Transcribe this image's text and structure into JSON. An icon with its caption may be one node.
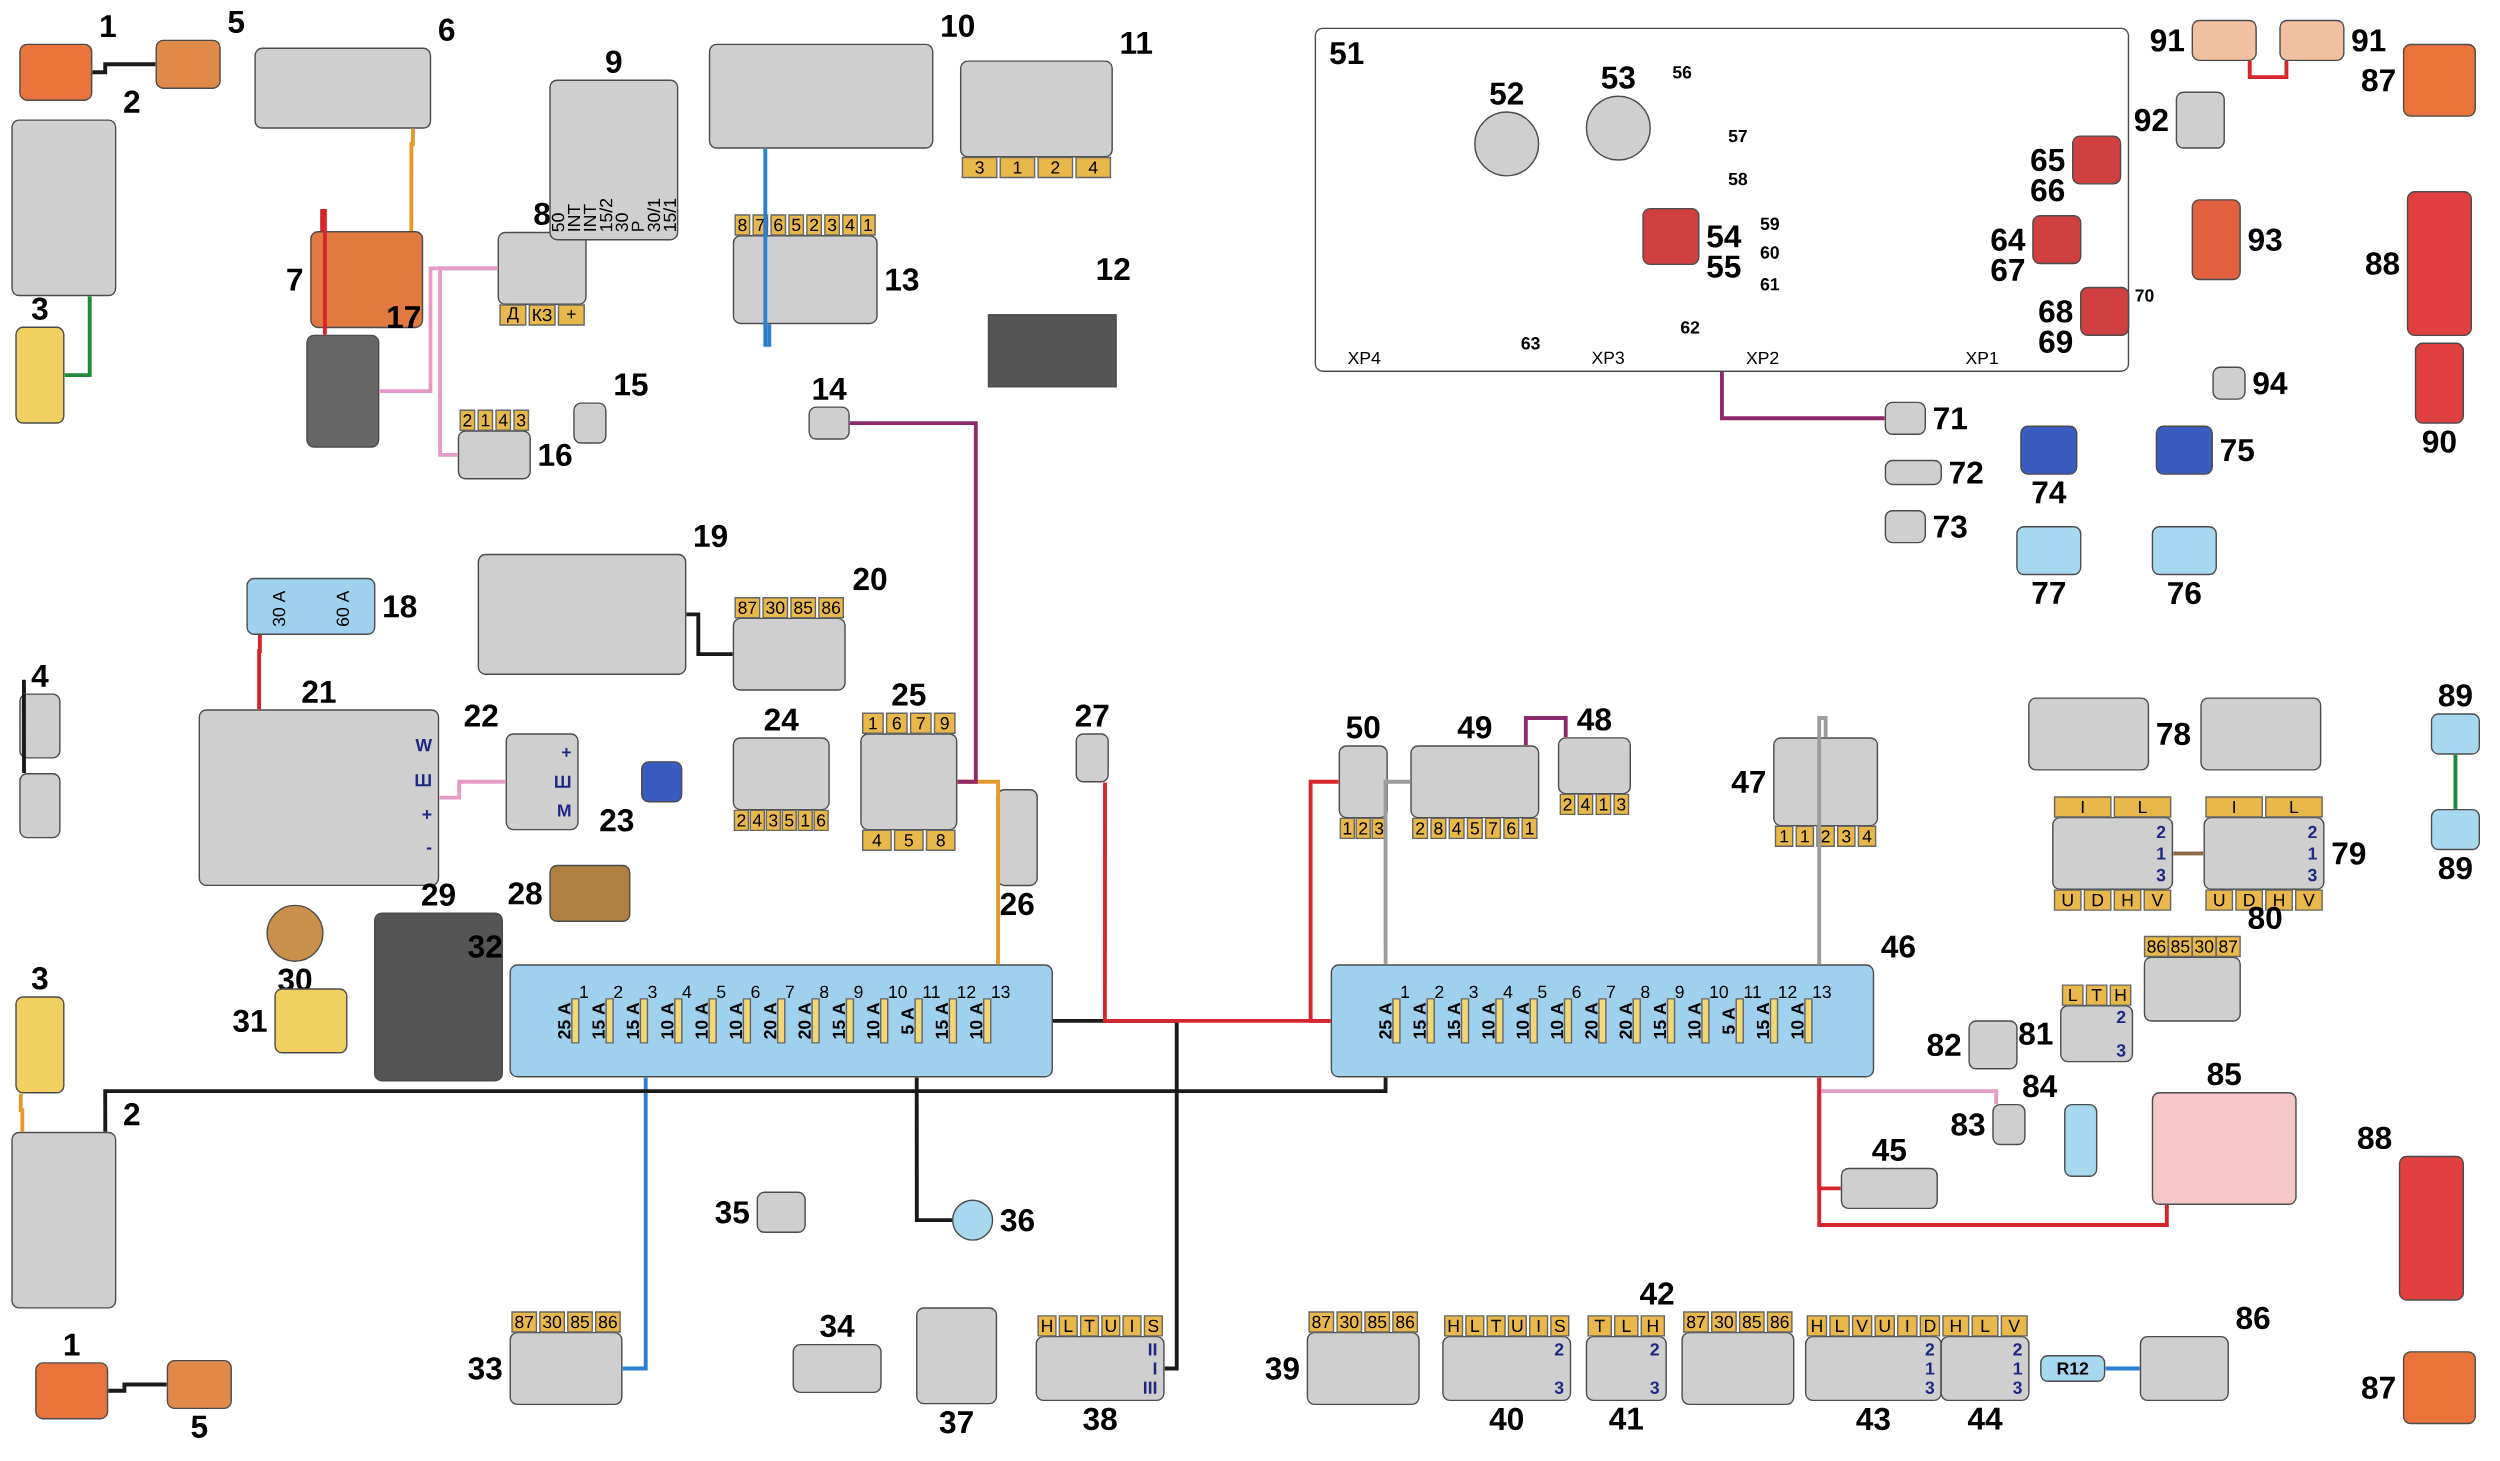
{
  "diagram": {
    "nodes": [
      {
        "text": [],
        "shape": "box",
        "beside": [
          "1"
        ]
      },
      {
        "text": [],
        "shape": "box",
        "beside": [
          "1"
        ]
      },
      {
        "text": [],
        "shape": "box",
        "beside": [
          "2"
        ]
      },
      {
        "text": [],
        "shape": "box",
        "beside": [
          "2"
        ]
      },
      {
        "text": [],
        "shape": "box",
        "beside": [
          "3"
        ]
      },
      {
        "text": [],
        "shape": "box",
        "beside": [
          "3"
        ]
      },
      {
        "text": [],
        "shape": "box",
        "beside": [
          "4"
        ]
      },
      {
        "text": [],
        "shape": "box"
      },
      {
        "text": [],
        "shape": "box",
        "beside": [
          "5"
        ]
      },
      {
        "text": [],
        "shape": "box",
        "beside": [
          "5"
        ]
      },
      {
        "text": [],
        "shape": "box",
        "beside": [
          "6"
        ]
      },
      {
        "text": [],
        "shape": "box",
        "beside": [
          "7"
        ]
      },
      {
        "text": [
          "Д",
          "КЗ",
          "+"
        ],
        "beside": [
          "8"
        ]
      },
      {
        "text": [
          "50",
          "INT",
          "INT",
          "15/2",
          "30",
          "P",
          "30/1",
          "15/1"
        ],
        "beside": [
          "9"
        ]
      },
      {
        "text": [],
        "shape": "box",
        "beside": [
          "10"
        ]
      },
      {
        "text": [
          "3",
          "1",
          "2",
          "4"
        ],
        "beside": [
          "11"
        ]
      },
      {
        "text": [],
        "shape": "cylinder",
        "beside": [
          "12"
        ]
      },
      {
        "text": [
          "8",
          "7",
          "6",
          "5",
          "2",
          "3",
          "4",
          "1"
        ],
        "beside": [
          "13"
        ]
      },
      {
        "text": [],
        "shape": "box",
        "beside": [
          "14"
        ]
      },
      {
        "text": [],
        "shape": "box",
        "beside": [
          "15"
        ]
      },
      {
        "text": [
          "2",
          "1",
          "4",
          "3"
        ],
        "beside": [
          "16"
        ]
      },
      {
        "text": [],
        "shape": "box",
        "beside": [
          "17"
        ]
      },
      {
        "text": [
          "30 A",
          "60 A"
        ],
        "beside": [
          "18"
        ]
      },
      {
        "text": [],
        "shape": "box",
        "beside": [
          "19"
        ]
      },
      {
        "text": [
          "87",
          "30",
          "85",
          "86"
        ],
        "beside": [
          "20"
        ]
      },
      {
        "text": [
          "W",
          "Ш",
          "+",
          "-"
        ],
        "beside": [
          "21"
        ]
      },
      {
        "text": [
          "+",
          "Ш",
          "М"
        ],
        "beside": [
          "22"
        ]
      },
      {
        "text": [],
        "shape": "box",
        "beside": [
          "23"
        ]
      },
      {
        "text": [
          "2",
          "4",
          "3",
          "5",
          "1",
          "6"
        ],
        "beside": [
          "24"
        ]
      },
      {
        "text": [
          "1",
          "6",
          "7",
          "9",
          "4",
          "5",
          "8"
        ],
        "beside": [
          "25"
        ]
      },
      {
        "text": [],
        "shape": "box",
        "beside": [
          "26"
        ]
      },
      {
        "text": [],
        "shape": "box",
        "beside": [
          "27"
        ]
      },
      {
        "text": [],
        "shape": "box",
        "beside": [
          "28"
        ]
      },
      {
        "text": [],
        "shape": "box",
        "beside": [
          "29"
        ]
      },
      {
        "text": [],
        "shape": "circle",
        "beside": [
          "30"
        ]
      },
      {
        "text": [],
        "shape": "box",
        "beside": [
          "31"
        ]
      },
      {
        "text": [
          "25 A",
          "15 A",
          "15 A",
          "10 A",
          "10 A",
          "10 A",
          "20 A",
          "20 A",
          "15 A",
          "10 A",
          "5 A",
          "15 A",
          "10 A",
          "1",
          "2",
          "3",
          "4",
          "5",
          "6",
          "7",
          "8",
          "9",
          "10",
          "11",
          "12",
          "13"
        ],
        "beside": [
          "32"
        ]
      },
      {
        "text": [
          "87",
          "30",
          "85",
          "86"
        ],
        "beside": [
          "33"
        ]
      },
      {
        "text": [],
        "shape": "box",
        "beside": [
          "34"
        ]
      },
      {
        "text": [],
        "shape": "box",
        "beside": [
          "35"
        ]
      },
      {
        "text": [],
        "shape": "circle",
        "beside": [
          "36"
        ]
      },
      {
        "text": [],
        "shape": "box",
        "beside": [
          "37"
        ]
      },
      {
        "text": [
          "H",
          "L",
          "T",
          "U",
          "I",
          "S",
          "II",
          "I",
          "III"
        ],
        "beside": [
          "38"
        ]
      },
      {
        "text": [
          "87",
          "30",
          "85",
          "86"
        ],
        "beside": [
          "39"
        ]
      },
      {
        "text": [
          "H",
          "L",
          "T",
          "U",
          "I",
          "S",
          "2",
          "3"
        ],
        "beside": [
          "40"
        ]
      },
      {
        "text": [
          "T",
          "L",
          "H",
          "2",
          "3"
        ],
        "beside": [
          "41"
        ]
      },
      {
        "text": [
          "87",
          "30",
          "85",
          "86"
        ],
        "beside": [
          "42"
        ]
      },
      {
        "text": [
          "H",
          "L",
          "V",
          "U",
          "I",
          "D",
          "2",
          "1",
          "3"
        ],
        "beside": [
          "43"
        ]
      },
      {
        "text": [
          "H",
          "L",
          "V",
          "2",
          "1",
          "3"
        ],
        "beside": [
          "44"
        ]
      },
      {
        "text": [],
        "shape": "box",
        "beside": [
          "45"
        ]
      },
      {
        "text": [
          "25 A",
          "15 A",
          "15 A",
          "10 A",
          "10 A",
          "10 A",
          "20 A",
          "20 A",
          "15 A",
          "10 A",
          "5 A",
          "15 A",
          "10 A",
          "1",
          "2",
          "3",
          "4",
          "5",
          "6",
          "7",
          "8",
          "9",
          "10",
          "11",
          "12",
          "13"
        ],
        "beside": [
          "46"
        ]
      },
      {
        "text": [
          "1",
          "1",
          "2",
          "3",
          "4"
        ],
        "beside": [
          "47"
        ]
      },
      {
        "text": [
          "2",
          "4",
          "1",
          "3"
        ],
        "beside": [
          "48"
        ]
      },
      {
        "text": [
          "2",
          "8",
          "4",
          "5",
          "7",
          "6",
          "1"
        ],
        "beside": [
          "49"
        ]
      },
      {
        "text": [
          "1",
          "2",
          "3"
        ],
        "beside": [
          "50"
        ]
      },
      {
        "text": [
          "XP4",
          "XP3",
          "XP2",
          "XP1"
        ],
        "beside": [
          "51"
        ]
      },
      {
        "text": [],
        "shape": "circle",
        "in": 55,
        "beside": [
          "52"
        ]
      },
      {
        "text": [],
        "shape": "circle",
        "in": 55,
        "beside": [
          "53"
        ]
      },
      {
        "text": [],
        "shape": "box",
        "in": 55,
        "beside": [
          "54",
          "55"
        ]
      },
      {
        "text": [],
        "shape": "box",
        "in": 55,
        "beside": [
          "65",
          "66"
        ]
      },
      {
        "text": [],
        "shape": "box",
        "in": 55,
        "beside": [
          "64",
          "67"
        ]
      },
      {
        "text": [],
        "shape": "box",
        "in": 55,
        "beside": [
          "68",
          "69"
        ]
      },
      {
        "text": [],
        "shape": "box",
        "beside": [
          "71"
        ]
      },
      {
        "text": [],
        "shape": "box",
        "beside": [
          "72"
        ]
      },
      {
        "text": [],
        "shape": "box",
        "beside": [
          "73"
        ]
      },
      {
        "text": [],
        "shape": "box",
        "beside": [
          "74"
        ]
      },
      {
        "text": [],
        "shape": "box",
        "beside": [
          "75"
        ]
      },
      {
        "text": [],
        "shape": "box",
        "beside": [
          "76"
        ]
      },
      {
        "text": [],
        "shape": "box",
        "beside": [
          "77"
        ]
      },
      {
        "text": [],
        "shape": "box",
        "beside": [
          "78"
        ]
      },
      {
        "text": [],
        "shape": "box"
      },
      {
        "text": [
          "I",
          "L",
          "2",
          "1",
          "3",
          "U",
          "D",
          "H",
          "V"
        ]
      },
      {
        "text": [
          "I",
          "L",
          "2",
          "1",
          "3",
          "U",
          "D",
          "H",
          "V"
        ],
        "beside": [
          "79"
        ]
      },
      {
        "text": [
          "86",
          "85",
          "30",
          "87"
        ],
        "beside": [
          "80"
        ]
      },
      {
        "text": [
          "L",
          "T",
          "H",
          "2",
          "3"
        ],
        "beside": [
          "81"
        ]
      },
      {
        "text": [],
        "shape": "box",
        "beside": [
          "82"
        ]
      },
      {
        "text": [],
        "shape": "box",
        "beside": [
          "83"
        ]
      },
      {
        "text": [],
        "shape": "box",
        "beside": [
          "84"
        ]
      },
      {
        "text": [],
        "shape": "box",
        "beside": [
          "85"
        ]
      },
      {
        "text": [
          "R12"
        ]
      },
      {
        "text": [],
        "shape": "box",
        "beside": [
          "86"
        ]
      },
      {
        "text": [],
        "shape": "box",
        "beside": [
          "87"
        ]
      },
      {
        "text": [],
        "shape": "box",
        "beside": [
          "87"
        ]
      },
      {
        "text": [],
        "shape": "box",
        "beside": [
          "88"
        ]
      },
      {
        "text": [],
        "shape": "box",
        "beside": [
          "88"
        ]
      },
      {
        "text": [],
        "shape": "box",
        "beside": [
          "89"
        ]
      },
      {
        "text": [],
        "shape": "box",
        "beside": [
          "89"
        ]
      },
      {
        "text": [],
        "shape": "box",
        "beside": [
          "90"
        ]
      },
      {
        "text": [],
        "shape": "box",
        "beside": [
          "91"
        ]
      },
      {
        "text": [],
        "shape": "box",
        "beside": [
          "91"
        ]
      },
      {
        "text": [],
        "shape": "box",
        "beside": [
          "92"
        ]
      },
      {
        "text": [],
        "shape": "box",
        "beside": [
          "93"
        ]
      },
      {
        "text": [],
        "shape": "box",
        "beside": [
          "94"
        ]
      }
    ],
    "edges": [
      {
        "from": 2,
        "to": 4,
        "arrow": "none",
        "color": "#1f8a3c"
      },
      {
        "from": 6,
        "to": 7,
        "arrow": "none",
        "color": "#1a1a1a"
      },
      {
        "from": 5,
        "to": 3,
        "arrow": "none",
        "color": "#e39a2d"
      },
      {
        "from": 25,
        "to": 22,
        "arrow": "none",
        "color": "#d7262b"
      },
      {
        "from": 25,
        "to": 26,
        "arrow": "none",
        "color": "#e49bc6"
      },
      {
        "from": 23,
        "to": 24,
        "arrow": "none",
        "color": "#1a1a1a"
      },
      {
        "from": 11,
        "to": 21,
        "arrow": "none",
        "color": "#d7262b"
      },
      {
        "from": 21,
        "to": 12,
        "arrow": "none",
        "color": "#e49bc6"
      },
      {
        "from": 29,
        "to": 36,
        "arrow": "none",
        "color": "#e39a2d"
      },
      {
        "from": 36,
        "to": 37,
        "arrow": "none",
        "color": "#2b7fd1"
      },
      {
        "from": 36,
        "to": 40,
        "arrow": "none",
        "color": "#1a1a1a"
      },
      {
        "from": 36,
        "to": 42,
        "arrow": "none",
        "color": "#1a1a1a"
      },
      {
        "from": 53,
        "to": 50,
        "arrow": "none",
        "color": "#9c9c9c"
      },
      {
        "from": 52,
        "to": 53,
        "arrow": "none",
        "color": "#8e2a6c"
      },
      {
        "from": 54,
        "to": 50,
        "arrow": "none",
        "color": "#d7262b"
      },
      {
        "from": 51,
        "to": 50,
        "arrow": "none",
        "color": "#9c9c9c"
      },
      {
        "from": 62,
        "to": 55,
        "arrow": "none",
        "color": "#8e2a6c"
      },
      {
        "from": 71,
        "to": 72,
        "arrow": "none",
        "color": "#8b6b45"
      },
      {
        "from": 79,
        "to": 80,
        "arrow": "none",
        "color": "#2b7fd1"
      },
      {
        "from": 85,
        "to": 86,
        "arrow": "none",
        "color": "#1f8a3c"
      },
      {
        "from": 88,
        "to": 89,
        "arrow": "none",
        "color": "#d7262b"
      },
      {
        "from": 8,
        "to": 0,
        "arrow": "none",
        "color": "#1a1a1a"
      },
      {
        "from": 9,
        "to": 1,
        "arrow": "none",
        "color": "#1a1a1a"
      },
      {
        "from": 10,
        "to": 11,
        "arrow": "none",
        "color": "#e39a2d"
      },
      {
        "from": 31,
        "to": 50,
        "arrow": "none",
        "color": "#d7262b"
      },
      {
        "from": 49,
        "to": 50,
        "arrow": "none",
        "color": "#d7262b"
      },
      {
        "from": 76,
        "to": 50,
        "arrow": "none",
        "color": "#e49bc6"
      },
      {
        "from": 78,
        "to": 50,
        "arrow": "none",
        "color": "#d7262b"
      },
      {
        "from": 18,
        "to": 29,
        "arrow": "none",
        "color": "#8e2a6c"
      },
      {
        "from": 14,
        "to": 17,
        "arrow": "none",
        "color": "#2b7fd1"
      },
      {
        "from": 12,
        "to": 20,
        "arrow": "none",
        "color": "#e49bc6"
      },
      {
        "from": 3,
        "to": 50,
        "arrow": "none",
        "color": "#1a1a1a"
      }
    ],
    "labels": [
      "56",
      "57",
      "58",
      "59",
      "60",
      "61",
      "62",
      "63",
      "70"
    ]
  }
}
